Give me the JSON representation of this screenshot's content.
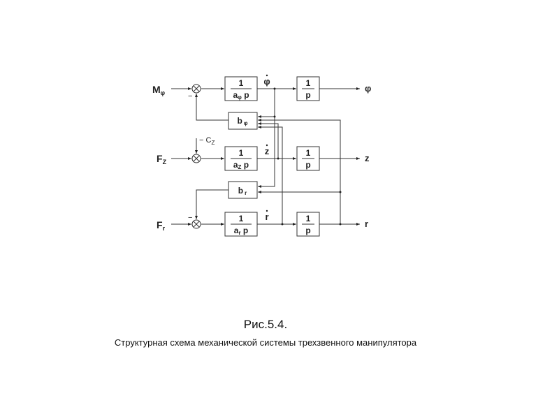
{
  "diagram": {
    "inputs": {
      "m_phi": "M",
      "m_phi_sub": "φ",
      "f_z": "F",
      "f_z_sub": "Z",
      "f_r": "F",
      "f_r_sub": "r"
    },
    "disturbance": "− C",
    "disturbance_sub": "Z",
    "minus_sign": "−",
    "block_num": "1",
    "blocks": {
      "a_phi": {
        "a": "a",
        "sub": "φ",
        "p": "p"
      },
      "a_z": {
        "a": "a",
        "sub": "Z",
        "p": "p"
      },
      "a_r": {
        "a": "a",
        "sub": "r",
        "p": "p"
      },
      "integrator": "p",
      "b_phi": {
        "b": "b",
        "sub": "φ"
      },
      "b_r": {
        "b": "b",
        "sub": "r"
      }
    },
    "rates": {
      "phi": "φ",
      "z": "z",
      "r": "r"
    },
    "outputs": {
      "phi": "φ",
      "z": "z",
      "r": "r"
    }
  },
  "caption": {
    "figure": "Рис.5.4.",
    "title": "Структурная схема механической системы трехзвенного манипулятора"
  }
}
